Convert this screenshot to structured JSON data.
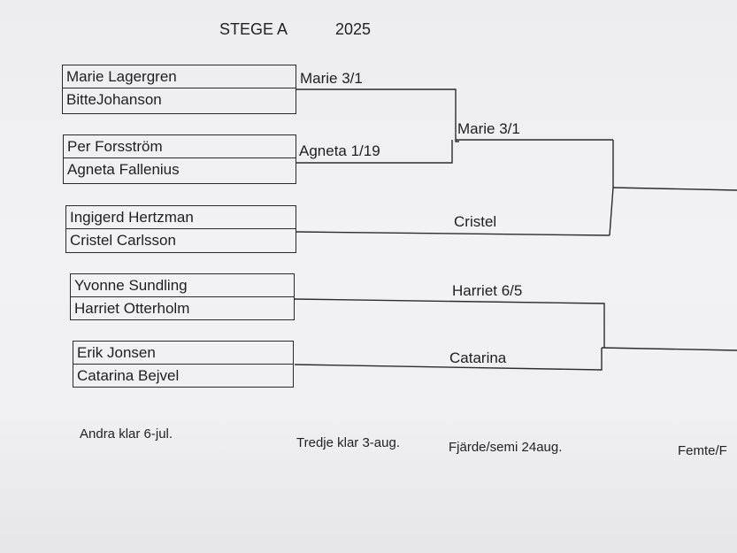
{
  "header": {
    "title": "STEGE A",
    "year": "2025"
  },
  "matches": [
    {
      "player1": "Marie Lagergren",
      "player2": "BitteJohanson",
      "result": "Marie 3/1"
    },
    {
      "player1": "Per Forsström",
      "player2": "Agneta Fallenius",
      "result": "Agneta 1/19"
    },
    {
      "player1": "Ingigerd Hertzman",
      "player2": "Cristel Carlsson",
      "result": "Cristel"
    },
    {
      "player1": "Yvonne Sundling",
      "player2": "Harriet Otterholm",
      "result": "Harriet 6/5"
    },
    {
      "player1": "Erik Jonsen",
      "player2": "Catarina Bejvel",
      "result": "Catarina"
    }
  ],
  "round2": {
    "winner_label": "Marie 3/1"
  },
  "footer": {
    "round2": "Andra klar 6-jul.",
    "round3": "Tredje klar 3-aug.",
    "round4": "Fjärde/semi 24aug.",
    "round5": "Femte/F"
  }
}
